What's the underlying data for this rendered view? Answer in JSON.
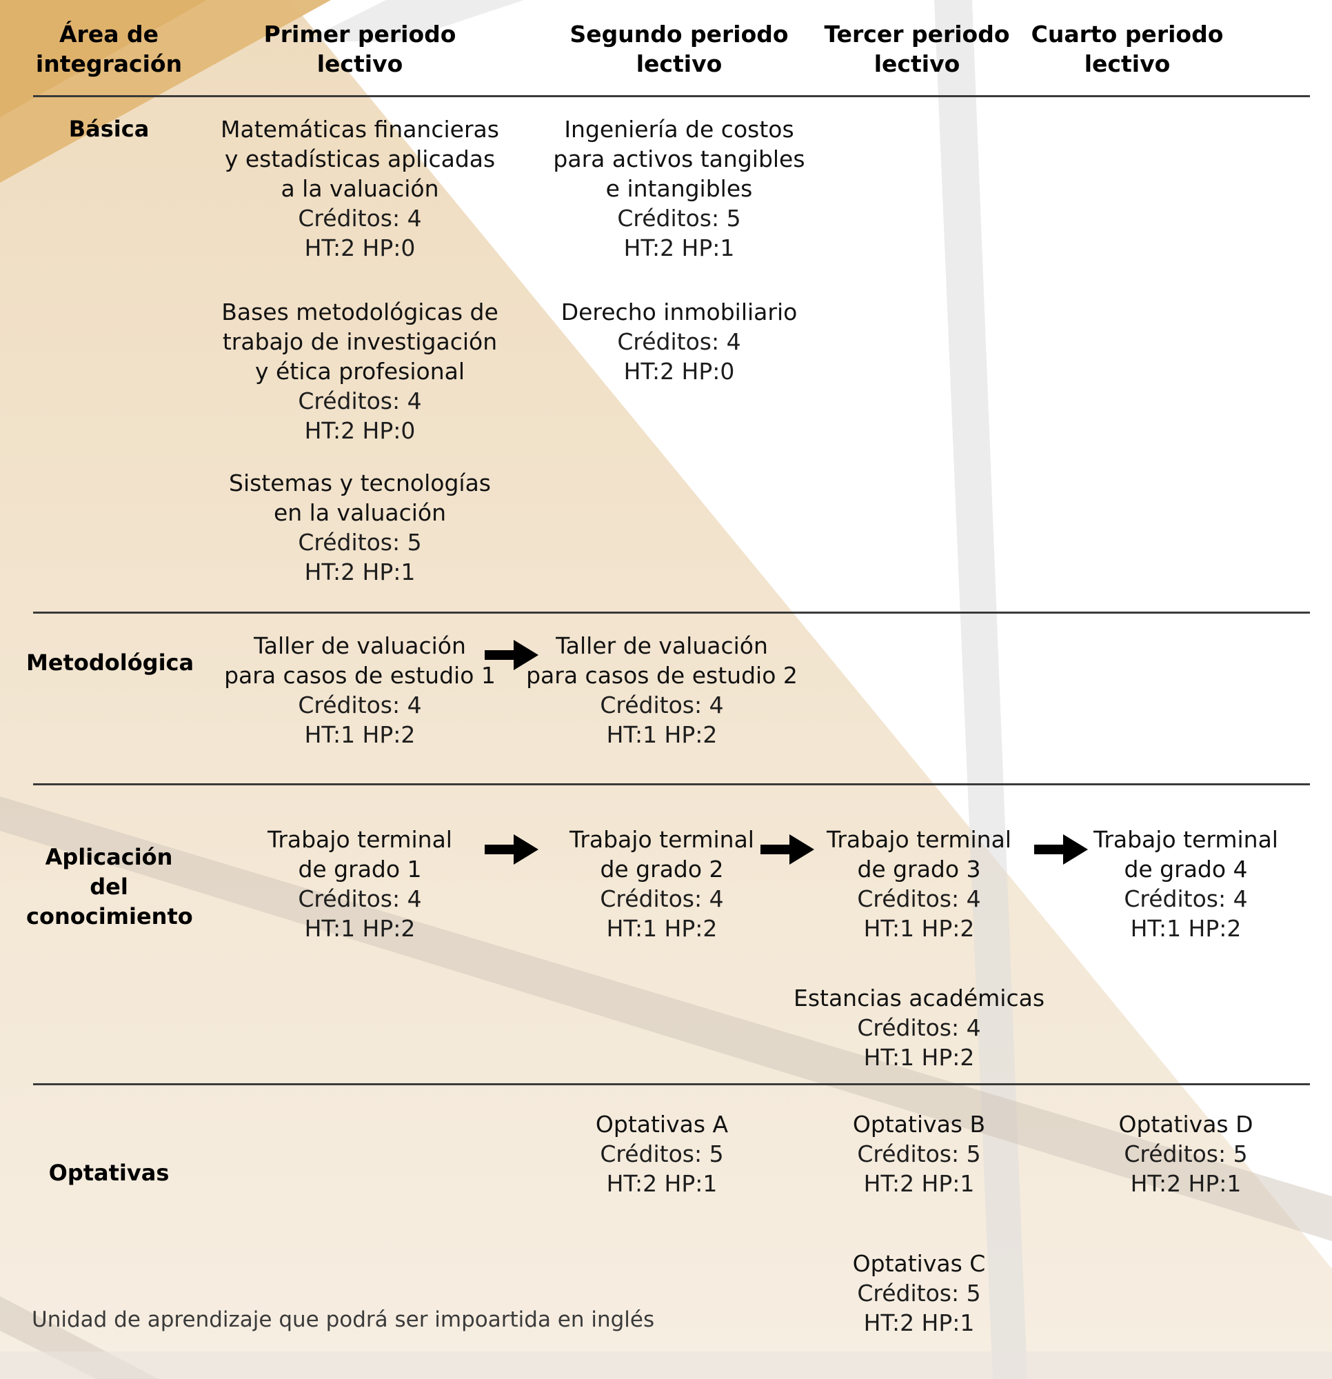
{
  "headers": {
    "area": "Área de\nintegración",
    "p1": "Primer periodo\nlectivo",
    "p2": "Segundo periodo\nlectivo",
    "p3": "Tercer periodo\nlectivo",
    "p4": "Cuarto periodo\nlectivo"
  },
  "areas": {
    "basica": "Básica",
    "metodologica": "Metodológica",
    "aplicacion": "Aplicación del\nconocimiento",
    "optativas": "Optativas"
  },
  "courses": {
    "mat_fin": {
      "name": "Matemáticas financieras\ny estadísticas aplicadas\na la valuación",
      "credits": "Créditos: 4",
      "hours": "HT:2 HP:0"
    },
    "bases_met": {
      "name": "Bases metodológicas de\ntrabajo de investigación\ny ética profesional",
      "credits": "Créditos: 4",
      "hours": "HT:2 HP:0"
    },
    "sistemas": {
      "name": "Sistemas y tecnologías\nen la valuación",
      "credits": "Créditos: 5",
      "hours": "HT:2 HP:1"
    },
    "ing_costos": {
      "name": "Ingeniería de costos\npara activos tangibles\ne intangibles",
      "credits": "Créditos: 5",
      "hours": "HT:2 HP:1"
    },
    "derecho": {
      "name": "Derecho inmobiliario",
      "credits": "Créditos: 4",
      "hours": "HT:2 HP:0"
    },
    "taller1": {
      "name": "Taller de valuación\npara casos de estudio 1",
      "credits": "Créditos: 4",
      "hours": "HT:1 HP:2"
    },
    "taller2": {
      "name": "Taller de valuación\npara casos de estudio 2",
      "credits": "Créditos: 4",
      "hours": "HT:1 HP:2"
    },
    "ttg1": {
      "name": "Trabajo terminal\nde grado 1",
      "credits": "Créditos: 4",
      "hours": "HT:1 HP:2"
    },
    "ttg2": {
      "name": "Trabajo terminal\nde grado 2",
      "credits": "Créditos: 4",
      "hours": "HT:1 HP:2"
    },
    "ttg3": {
      "name": "Trabajo terminal\nde grado 3",
      "credits": "Créditos: 4",
      "hours": "HT:1 HP:2"
    },
    "ttg4": {
      "name": "Trabajo terminal\nde grado 4",
      "credits": "Créditos: 4",
      "hours": "HT:1 HP:2"
    },
    "estancias": {
      "name": "Estancias académicas",
      "credits": "Créditos: 4",
      "hours": "HT:1 HP:2"
    },
    "optA": {
      "name": "Optativas A",
      "credits": "Créditos: 5",
      "hours": "HT:2 HP:1"
    },
    "optB": {
      "name": "Optativas B",
      "credits": "Créditos: 5",
      "hours": "HT:2 HP:1"
    },
    "optC": {
      "name": "Optativas C",
      "credits": "Créditos: 5",
      "hours": "HT:2 HP:1"
    },
    "optD": {
      "name": "Optativas D",
      "credits": "Créditos: 5",
      "hours": "HT:2 HP:1"
    }
  },
  "footnote": "Unidad de aprendizaje que podrá ser impoartida en inglés",
  "colors": {
    "accent_gold": "#e2b878",
    "cream": "#f3e6d2",
    "rule": "#3a3a3a"
  }
}
